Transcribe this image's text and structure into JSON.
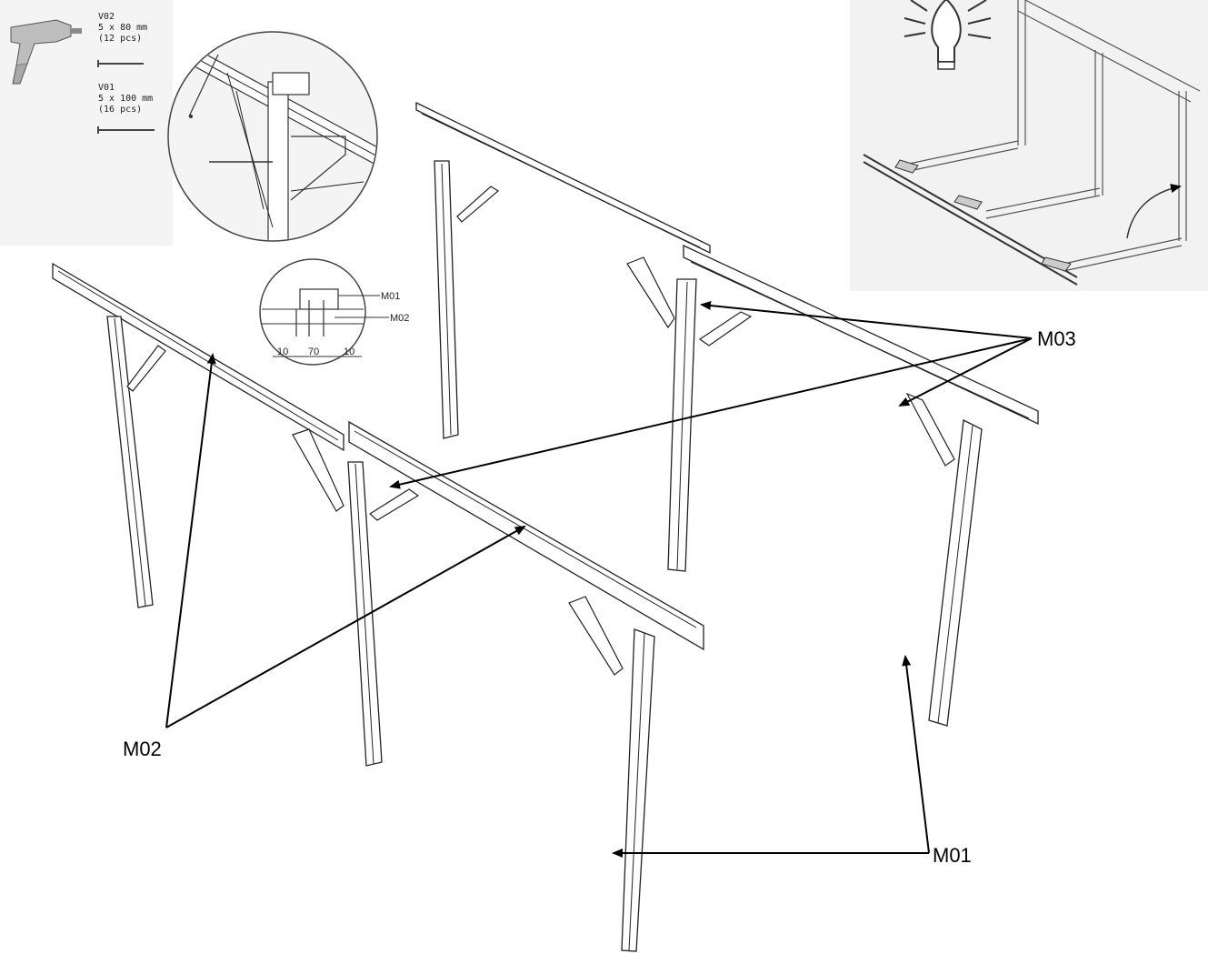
{
  "screws": [
    {
      "code": "V02",
      "size": "5 x 80 mm",
      "qty": "(12 pcs)"
    },
    {
      "code": "V01",
      "size": "5 x 100 mm",
      "qty": "(16 pcs)"
    }
  ],
  "detail": {
    "labels": {
      "upper": "M01",
      "lower": "M02"
    },
    "dimensions": [
      "10",
      "70",
      "10"
    ]
  },
  "parts": {
    "m01": "M01",
    "m02": "M02",
    "m03": "M03"
  },
  "icons": [
    "drill-icon",
    "screw-icon",
    "lightbulb-icon"
  ]
}
